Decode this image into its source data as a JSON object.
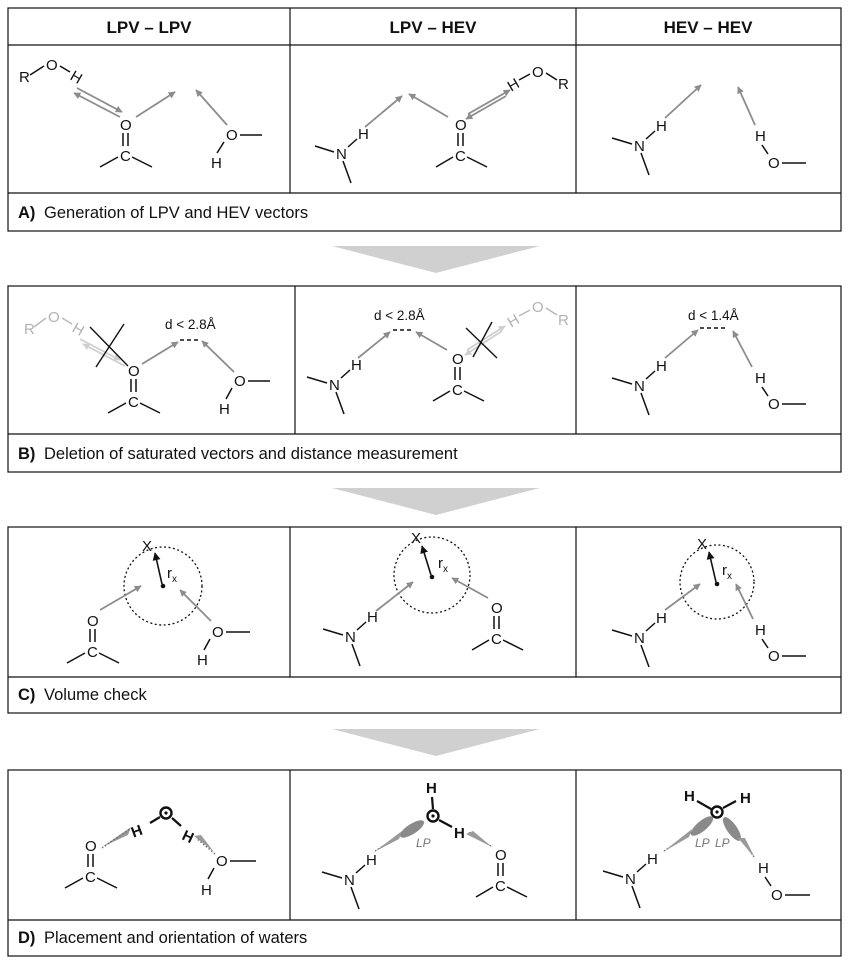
{
  "columns": [
    "LPV – LPV",
    "LPV – HEV",
    "HEV – HEV"
  ],
  "panels": {
    "A": {
      "letter": "A)",
      "caption": "Generation of LPV and HEV vectors"
    },
    "B": {
      "letter": "B)",
      "caption": "Deletion of saturated vectors and distance measurement"
    },
    "C": {
      "letter": "C)",
      "caption": "Volume check"
    },
    "D": {
      "letter": "D)",
      "caption": "Placement and orientation of waters"
    }
  },
  "distances": [
    "d < 2.8Å",
    "d < 2.8Å",
    "d < 1.4Å"
  ],
  "atoms": {
    "O": "O",
    "H": "H",
    "N": "N",
    "C": "C",
    "R": "R",
    "X": "X",
    "r": "r",
    "x_sub": "x",
    "LP": "LP"
  },
  "colors": {
    "vector": "#8c8c8c",
    "arrow_fill": "#8c8c8c",
    "faded": "#b8b8b8",
    "lone_pair": "#8a8a8a",
    "banner": "#d0d0d0"
  }
}
